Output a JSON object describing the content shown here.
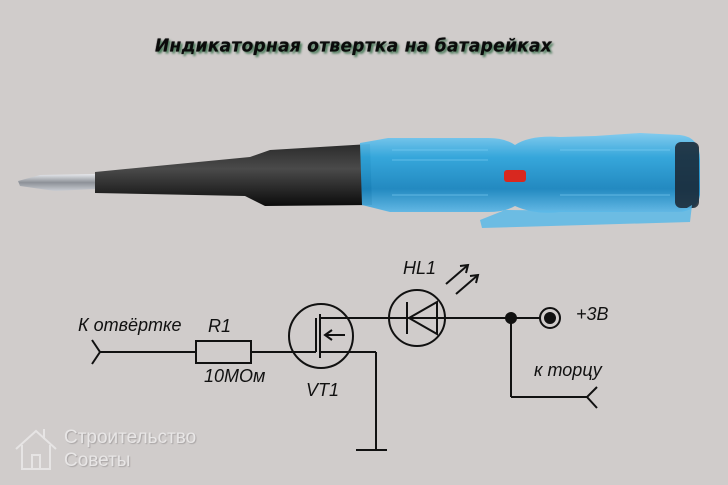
{
  "title": "Индикаторная отвертка на батарейках",
  "photo": {
    "subject": "battery-powered indicator screwdriver",
    "colors": {
      "handle": "#2aa3d8",
      "shaft": "#111111",
      "tip": "#b9bcc2",
      "led": "#d8281f"
    }
  },
  "schematic": {
    "labels": {
      "input": "К отвёртке",
      "resistor_name": "R1",
      "resistor_value": "10МОм",
      "transistor_name": "VT1",
      "led_name": "HL1",
      "supply": "+3В",
      "end_contact": "к торцу"
    },
    "components": [
      {
        "ref": "R1",
        "type": "resistor",
        "value": "10МОм"
      },
      {
        "ref": "VT1",
        "type": "mosfet"
      },
      {
        "ref": "HL1",
        "type": "led"
      }
    ]
  },
  "watermark": {
    "line1": "Строительство",
    "line2": "Советы"
  },
  "colors": {
    "background": "#d0cccb",
    "wire": "#111111"
  }
}
